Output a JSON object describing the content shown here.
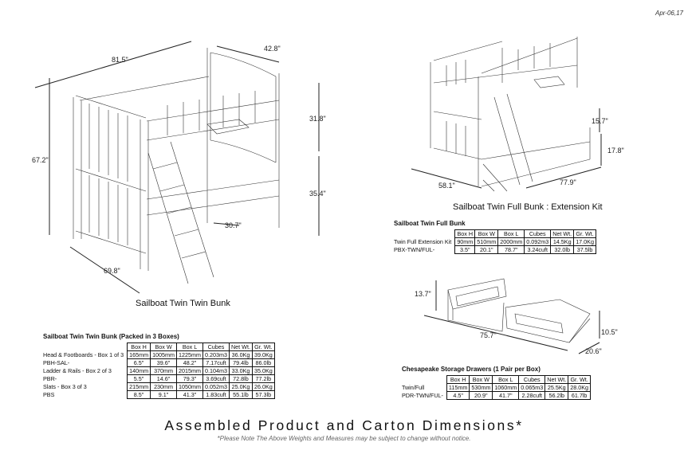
{
  "date": "Apr-06,17",
  "twin_twin": {
    "caption": "Sailboat Twin Twin Bunk",
    "dims": {
      "width": "81.5\"",
      "depth": "42.8\"",
      "height": "67.2\"",
      "upper": "31.8\"",
      "lower": "35.4\"",
      "ladder": "30.7\"",
      "front": "69.8\""
    },
    "table_title": "Sailboat Twin Twin Bunk (Packed in 3 Boxes)",
    "headers": [
      "Box H",
      "Box W",
      "Box L",
      "Cubes",
      "Net Wt.",
      "Gr. Wt."
    ],
    "rows": [
      {
        "label": "Head & Footboards - Box 1 of 3",
        "cells": [
          "165mm",
          "1005mm",
          "1225mm",
          "0.203m3",
          "36.0Kg",
          "39.0Kg"
        ]
      },
      {
        "label": "PBH-SAL-",
        "cells": [
          "6.5\"",
          "39.6\"",
          "48.2\"",
          "7.17cuft",
          "79.4lb",
          "86.0lb"
        ]
      },
      {
        "label": "Ladder & Rails - Box 2 of 3",
        "cells": [
          "140mm",
          "370mm",
          "2015mm",
          "0.104m3",
          "33.0Kg",
          "35.0Kg"
        ]
      },
      {
        "label": "PBR-",
        "cells": [
          "5.5\"",
          "14.6\"",
          "79.3\"",
          "3.69cuft",
          "72.8lb",
          "77.2lb"
        ]
      },
      {
        "label": "Slats - Box 3 of 3",
        "cells": [
          "215mm",
          "230mm",
          "1050mm",
          "0.052m3",
          "25.0Kg",
          "26.0Kg"
        ]
      },
      {
        "label": "PBS",
        "cells": [
          "8.5\"",
          "9.1\"",
          "41.3\"",
          "1.83cuft",
          "55.1lb",
          "57.3lb"
        ]
      }
    ]
  },
  "twin_full": {
    "caption": "Sailboat Twin Full Bunk : Extension Kit",
    "dims": {
      "ext": "15.7\"",
      "height": "17.8\"",
      "length": "77.9\"",
      "width": "58.1\""
    },
    "table_title": "Sailboat Twin Full Bunk",
    "headers": [
      "Box H",
      "Box W",
      "Box L",
      "Cubes",
      "Net Wt.",
      "Gr. Wt."
    ],
    "rows": [
      {
        "label": "Twin Full Extension Kit",
        "cells": [
          "90mm",
          "510mm",
          "2000mm",
          "0.092m3",
          "14.5Kg",
          "17.0Kg"
        ]
      },
      {
        "label": "PBX-TWN/FUL-",
        "cells": [
          "3.5\"",
          "20.1\"",
          "78.7\"",
          "3.24cuft",
          "32.0lb",
          "37.5lb"
        ]
      }
    ]
  },
  "drawers": {
    "dims": {
      "height": "13.7\"",
      "length": "75.7\"",
      "depth_h": "10.5\"",
      "depth": "20.6\""
    },
    "table_title": "Chesapeake Storage Drawers (1 Pair per Box)",
    "headers": [
      "Box H",
      "Box W",
      "Box L",
      "Cubes",
      "Net Wt.",
      "Gr. Wt."
    ],
    "rows": [
      {
        "label": "Twin/Full",
        "cells": [
          "115mm",
          "530mm",
          "1060mm",
          "0.065m3",
          "25.5Kg",
          "28.0Kg"
        ]
      },
      {
        "label": "PDR-TWN/FUL-",
        "cells": [
          "4.5\"",
          "20.9\"",
          "41.7\"",
          "2.28cuft",
          "56.2lb",
          "61.7lb"
        ]
      }
    ]
  },
  "footer": {
    "title": "Assembled Product and Carton Dimensions*",
    "note": "*Please Note The Above Weights and Measures may be subject to change without notice."
  }
}
